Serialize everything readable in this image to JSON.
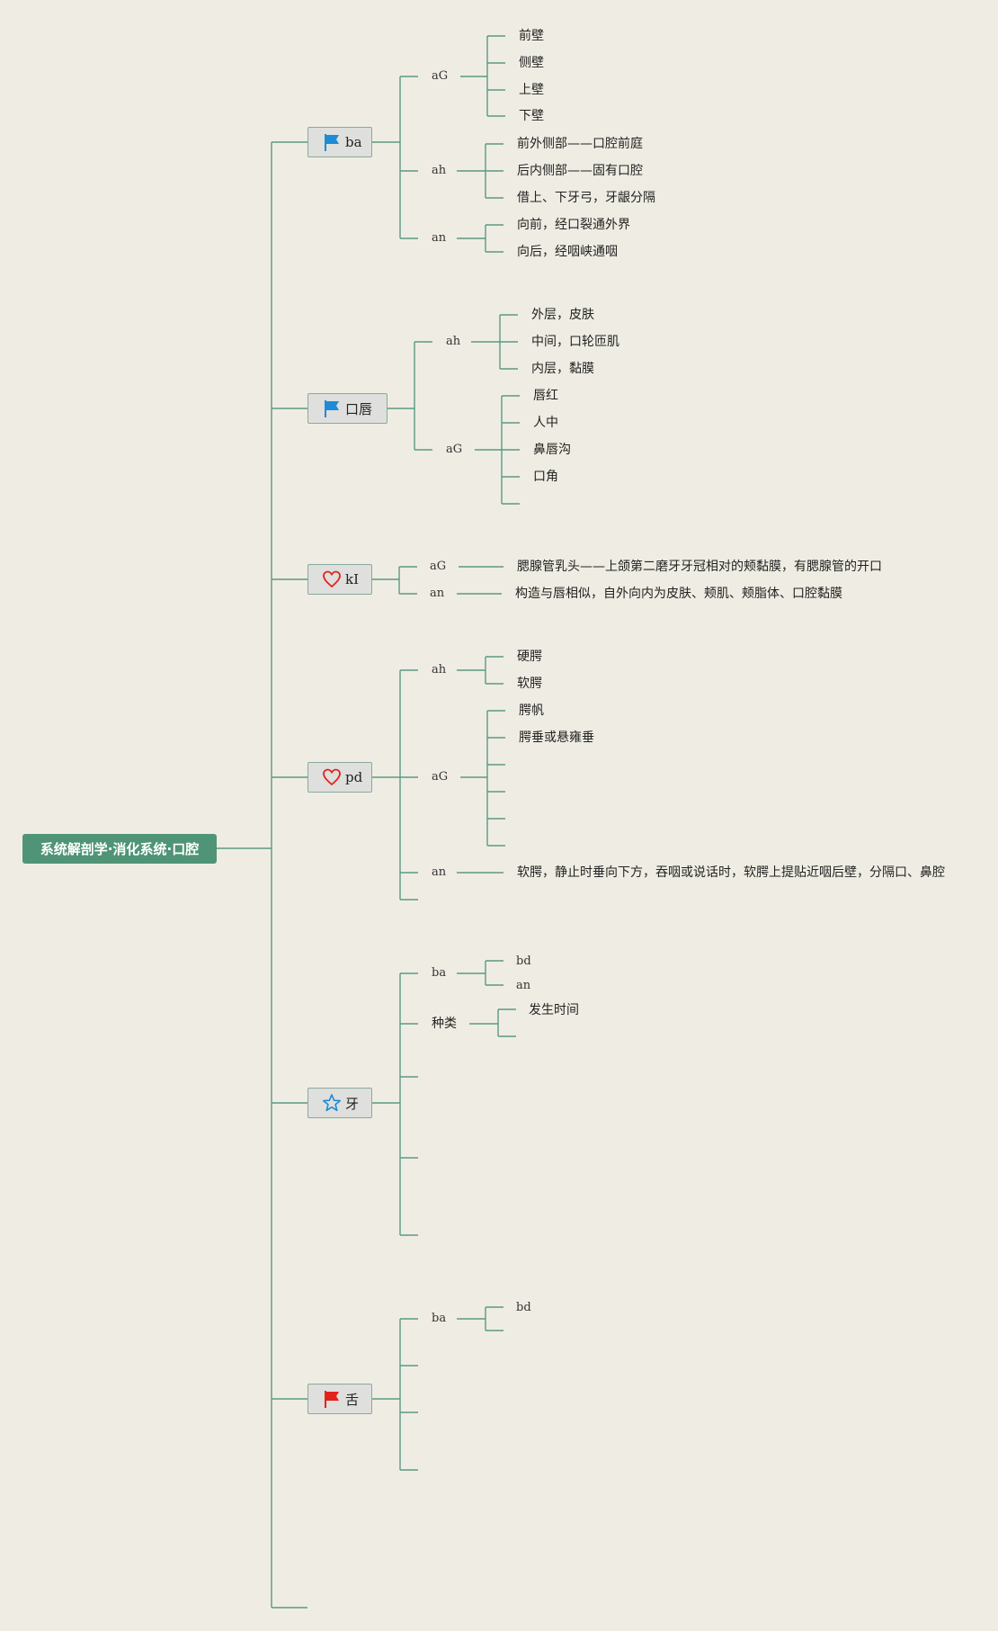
{
  "root": "系统解剖学·消化系统·口腔",
  "categories": [
    {
      "label": "ba",
      "icon": "blue-flag-icon"
    },
    {
      "label": "口唇",
      "icon": "blue-flag-icon"
    },
    {
      "label": "kI",
      "icon": "heart-icon"
    },
    {
      "label": "pd",
      "icon": "heart-icon"
    },
    {
      "label": "牙",
      "icon": "star-icon"
    },
    {
      "label": "舌",
      "icon": "red-flag-icon"
    }
  ],
  "sections": {
    "ba": {
      "aG": {
        "label": "aG",
        "items": [
          "前壁",
          "侧壁",
          "上壁",
          "下壁"
        ]
      },
      "ah": {
        "label": "ah",
        "items": [
          "前外侧部——口腔前庭",
          "后内侧部——固有口腔",
          "借上、下牙弓，牙龈分隔"
        ]
      },
      "an": {
        "label": "an",
        "items": [
          "向前，经口裂通外界",
          "向后，经咽峡通咽"
        ]
      }
    },
    "lip": {
      "ah": {
        "label": "ah",
        "items": [
          "外层，皮肤",
          "中间，口轮匝肌",
          "内层，黏膜"
        ]
      },
      "aG": {
        "label": "aG",
        "items": [
          "唇红",
          "人中",
          "鼻唇沟",
          "口角"
        ]
      }
    },
    "kI": {
      "aG": {
        "label": "aG",
        "text": "腮腺管乳头——上颌第二磨牙牙冠相对的颊黏膜，有腮腺管的开口"
      },
      "an": {
        "label": "an",
        "text": "构造与唇相似，自外向内为皮肤、颊肌、颊脂体、口腔黏膜"
      }
    },
    "pd": {
      "ah": {
        "label": "ah",
        "items": [
          "硬腭",
          "软腭"
        ]
      },
      "aG": {
        "label": "aG",
        "items": [
          "腭帆",
          "腭垂或悬雍垂"
        ]
      },
      "an": {
        "label": "an",
        "text": "软腭，静止时垂向下方，吞咽或说话时，软腭上提贴近咽后壁，分隔口、鼻腔"
      }
    },
    "tooth": {
      "ba": {
        "label": "ba",
        "items": [
          "bd",
          "an"
        ]
      },
      "kind": {
        "label": "种类",
        "items": [
          "发生时间"
        ]
      }
    },
    "tongue": {
      "ba": {
        "label": "ba",
        "items": [
          "bd"
        ]
      }
    }
  },
  "colors": {
    "background": "#efede3",
    "line": "#5b9a85",
    "root": "#4f9476",
    "node": "#dfdfdd",
    "blue": "#1d8bd6",
    "red": "#e2231a"
  }
}
